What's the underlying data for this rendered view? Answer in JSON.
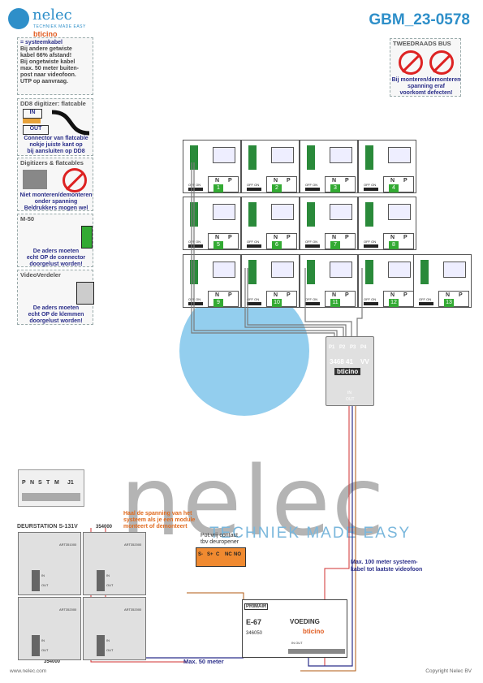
{
  "header": {
    "logo_name": "nelec",
    "logo_tagline": "TECHNIEK MADE EASY",
    "logo_brand": "bticino",
    "doc_code": "GBM_23-0578"
  },
  "notes": {
    "cable": {
      "legend": "= systeemkabel",
      "text": [
        "Bij andere getwiste",
        "kabel 66% afstand!",
        "Bij ongetwiste kabel",
        "max. 50 meter buiten-",
        "post naar videofoon.",
        "UTP op aanvraag."
      ]
    },
    "dd8": {
      "title": "DD8 digitizer: flatcable",
      "in_label": "IN",
      "out_label": "OUT",
      "text": [
        "Connector van flatcable",
        "nokje juiste kant op",
        "bij aansluiten op DD8"
      ]
    },
    "digitizers": {
      "title": "Digitizers & flatcables",
      "text": [
        "Niet monteren/demonteren",
        "onder spanning",
        "Beldrukkers mogen wel"
      ]
    },
    "m50": {
      "title": "M-50",
      "text": [
        "De aders moeten",
        "echt OP de connector",
        "doorgelust worden!"
      ]
    },
    "videoverdeler": {
      "title": "VideoVerdeler",
      "text": [
        "De aders moeten",
        "echt OP de klemmen",
        "doorgelust worden!"
      ]
    },
    "bus": {
      "title": "TWEEDRAADS BUS",
      "text": [
        "Bij monteren/demonteren",
        "spanning eraf",
        "voorkomt defecten!"
      ]
    }
  },
  "videophones": {
    "np_n": "N",
    "np_p": "P",
    "switch": "OFF ON",
    "numbers": [
      "1",
      "2",
      "3",
      "4",
      "5",
      "6",
      "7",
      "8",
      "9",
      "10",
      "11",
      "12",
      "13"
    ]
  },
  "distributor": {
    "ports": [
      "P1",
      "P2",
      "P3",
      "P4"
    ],
    "model": "3468 41",
    "vv": "VV",
    "brand": "bticino",
    "in": "IN",
    "out": "OUT"
  },
  "doorstation": {
    "title": "DEURSTATION S-131V",
    "terminals": [
      "P",
      "N",
      "S",
      "T",
      "M"
    ],
    "jumper": "J1",
    "article_top": "354000",
    "article_bottom": "354000",
    "module_codes": [
      "ART351000",
      "ART352000",
      "ART352000",
      "ART352000"
    ],
    "in": "IN",
    "out": "OUT"
  },
  "notes_wiring": {
    "power_warning": [
      "Haal de spanning van het",
      "systeem als je een module",
      "monteert of demonteert"
    ],
    "contact": [
      "Pot.vrij contact",
      "tbv deuropener"
    ],
    "contact_terminals": [
      "S-",
      "S+",
      "C",
      "NC",
      "NO"
    ],
    "max_system": [
      "Max. 100 meter systeem-",
      "kabel tot laatste videofoon"
    ],
    "max_door": "Max. 50 meter"
  },
  "psu": {
    "primair": "PRIMAIR",
    "model": "E-67",
    "title": "VOEDING",
    "code": "346050",
    "brand": "bticino",
    "bottom_labels": "IN  OUT"
  },
  "watermark": {
    "big": "nelec",
    "sub": "TECHNIEK MADE EASY"
  },
  "footer": {
    "left": "www.nelec.com",
    "right": "Copyright Nelec BV"
  }
}
